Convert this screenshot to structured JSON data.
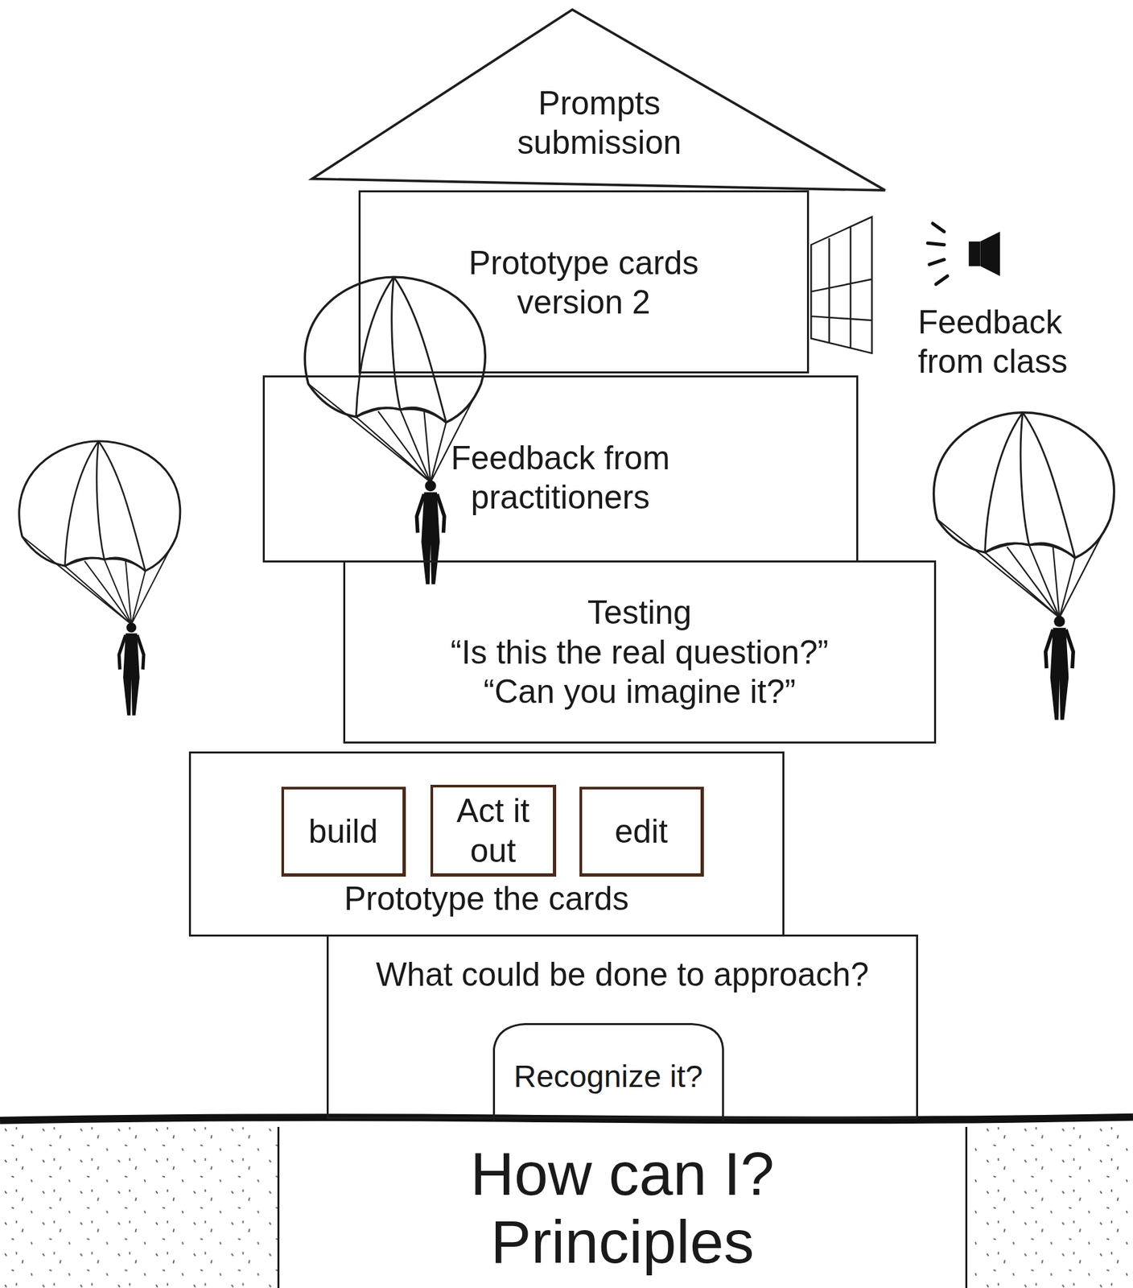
{
  "diagram": {
    "nodes": [
      {
        "text": [
          "Prompts submission"
        ]
      },
      {
        "text": [
          "Prototype cards version 2"
        ]
      },
      {
        "text": [
          "Feedback from practitioners"
        ]
      },
      {
        "text": [
          "Testing",
          "“Is this the real question?”",
          "“Can you imagine it?”"
        ]
      },
      {
        "text": [
          "Prototype the cards"
        ]
      },
      {
        "text": [
          "build"
        ],
        "in": 4
      },
      {
        "text": [
          "Act it out"
        ],
        "in": 4
      },
      {
        "text": [
          "edit"
        ],
        "in": 4
      },
      {
        "text": [
          "What could be done to approach?"
        ]
      },
      {
        "text": [
          "Recognize it?"
        ],
        "in": 8
      },
      {
        "text": [
          "How can I?",
          "Principles"
        ]
      }
    ],
    "labels": [
      "Feedback from class"
    ]
  }
}
